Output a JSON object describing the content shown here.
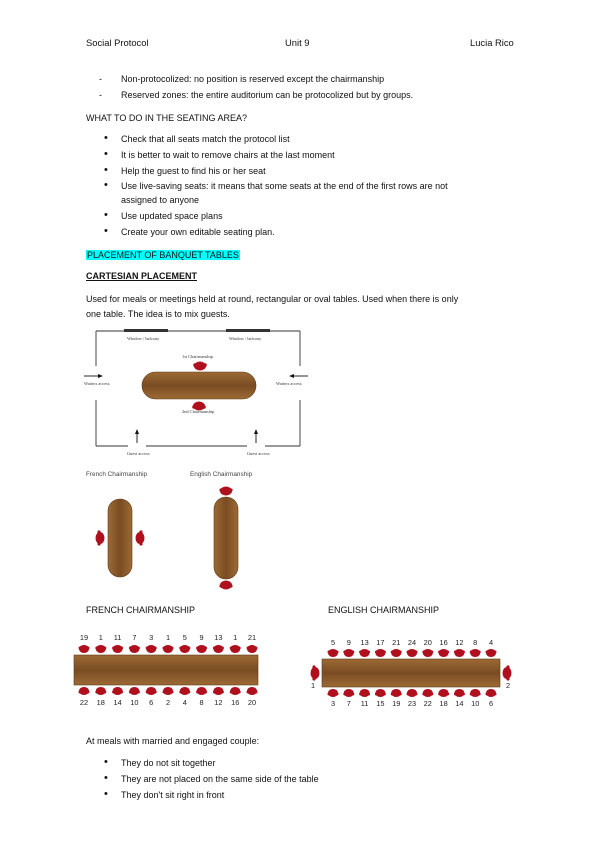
{
  "header": {
    "left": "Social Protocol",
    "center": "Unit 9",
    "right": "Lucia Rico"
  },
  "intro_items": [
    {
      "marker": "-",
      "text": "Non-protocolized: no position is reserved except the chairmanship"
    },
    {
      "marker": "-",
      "text": "Reserved zones: the entire auditorium can be protocolized but by groups."
    }
  ],
  "seating_heading": "WHAT TO DO IN THE SEATING AREA?",
  "seating_items": [
    "Check that all seats match the protocol list",
    "It is better to wait to remove chairs at the last moment",
    "Help the guest to find his or her seat",
    "Use live-saving seats: it means that some seats at the end of the first rows are not",
    "assigned to anyone",
    "Use updated space plans",
    "Create your own editable seating plan."
  ],
  "banquet_heading": "PLACEMENT OF BANQUET TABLES",
  "cartesian_heading": "CARTESIAN PLACEMENT",
  "cartesian_text": [
    "Used for meals or meetings held at round, rectangular or oval tables. Used when there is only",
    "one table. The idea is to mix guests."
  ],
  "room_diagram": {
    "window_left": "Window / balcony",
    "window_right": "Window / balcony",
    "chair_1st": "1st Chairmanship",
    "chair_2nd": "2nd Chairmanship",
    "waiters_left": "Waiters access",
    "waiters_right": "Waiters access",
    "guest_left": "Guest access",
    "guest_right": "Guest access"
  },
  "small_labels": {
    "french": "French Chairmanship",
    "english": "English Chairmanship"
  },
  "french_title": "FRENCH CHAIRMANSHIP",
  "english_title": "ENGLISH CHAIRMANSHIP",
  "french_table": {
    "top": [
      "19",
      "1",
      "11",
      "7",
      "3",
      "1",
      "5",
      "9",
      "13",
      "1",
      "21"
    ],
    "bottom": [
      "22",
      "18",
      "14",
      "10",
      "6",
      "2",
      "4",
      "8",
      "12",
      "16",
      "20"
    ]
  },
  "english_table": {
    "top": [
      "5",
      "9",
      "13",
      "17",
      "21",
      "24",
      "20",
      "16",
      "12",
      "8",
      "4"
    ],
    "bottom": [
      "3",
      "7",
      "11",
      "15",
      "19",
      "23",
      "22",
      "18",
      "14",
      "10",
      "6"
    ],
    "left": "1",
    "right": "2"
  },
  "meals_heading": "At meals with married and engaged couple:",
  "meals_items": [
    "They do not sit together",
    "They are not placed on the same side of the table",
    "They don't sit right in front"
  ],
  "colors": {
    "wood": "#8a5a2b",
    "wood_dark": "#5e3a16",
    "chair": "#b0101e",
    "highlight": "#00ffff"
  }
}
